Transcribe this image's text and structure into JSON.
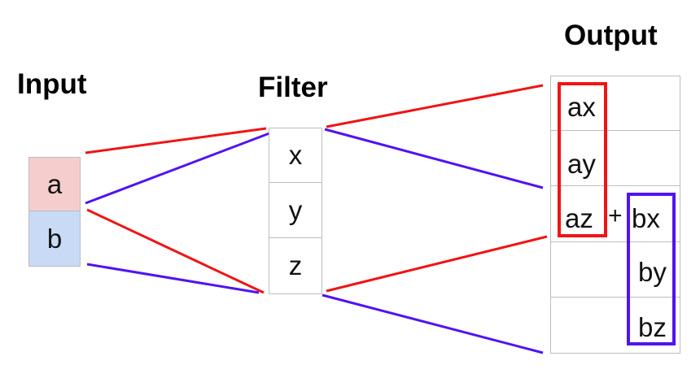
{
  "labels": {
    "input": "Input",
    "filter": "Filter",
    "output": "Output"
  },
  "input_cells": [
    "a",
    "b"
  ],
  "filter_cells": [
    "x",
    "y",
    "z"
  ],
  "output_values": {
    "ax": "ax",
    "ay": "ay",
    "az": "az",
    "plus": "+",
    "bx": "bx",
    "by": "by",
    "bz": "bz"
  },
  "colors": {
    "red": "#f01414",
    "blue": "#5014f0",
    "input_a_fill": "#f6cdcd",
    "input_b_fill": "#c8daf6",
    "grid": "#bdbdbd"
  }
}
